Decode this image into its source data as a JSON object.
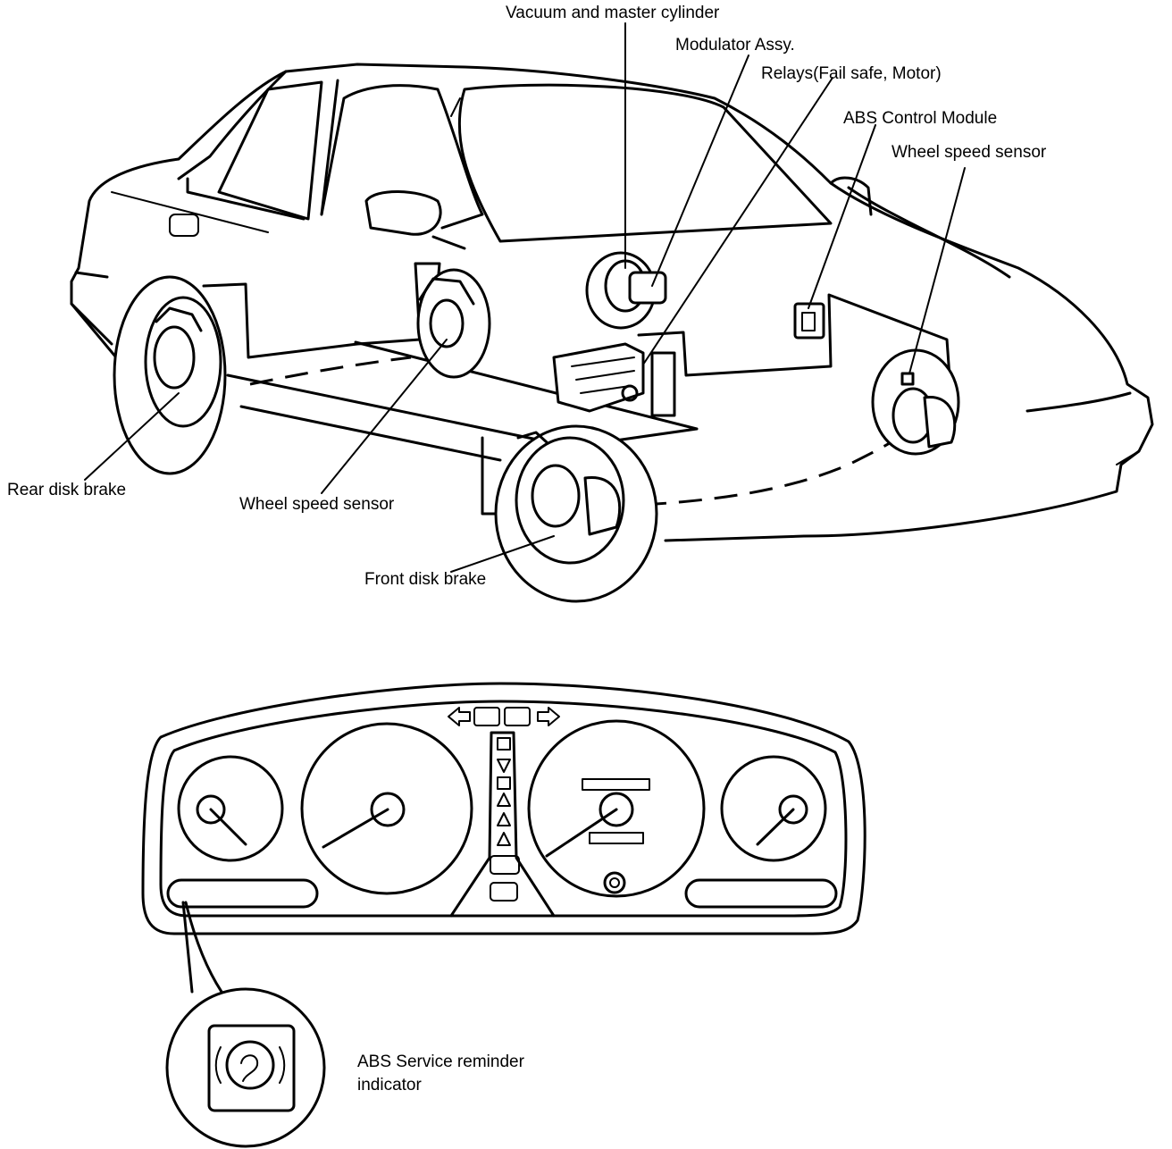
{
  "car_labels": {
    "vacuum_master": "Vacuum and master cylinder",
    "modulator": "Modulator Assy.",
    "relays": "Relays(Fail safe, Motor)",
    "abs_control": "ABS Control Module",
    "wheel_sensor_front": "Wheel speed sensor",
    "rear_disk": "Rear disk brake",
    "wheel_sensor_rear": "Wheel speed sensor",
    "front_disk": "Front disk brake"
  },
  "indicator_label": {
    "line1": "ABS Service reminder",
    "line2": "indicator"
  }
}
